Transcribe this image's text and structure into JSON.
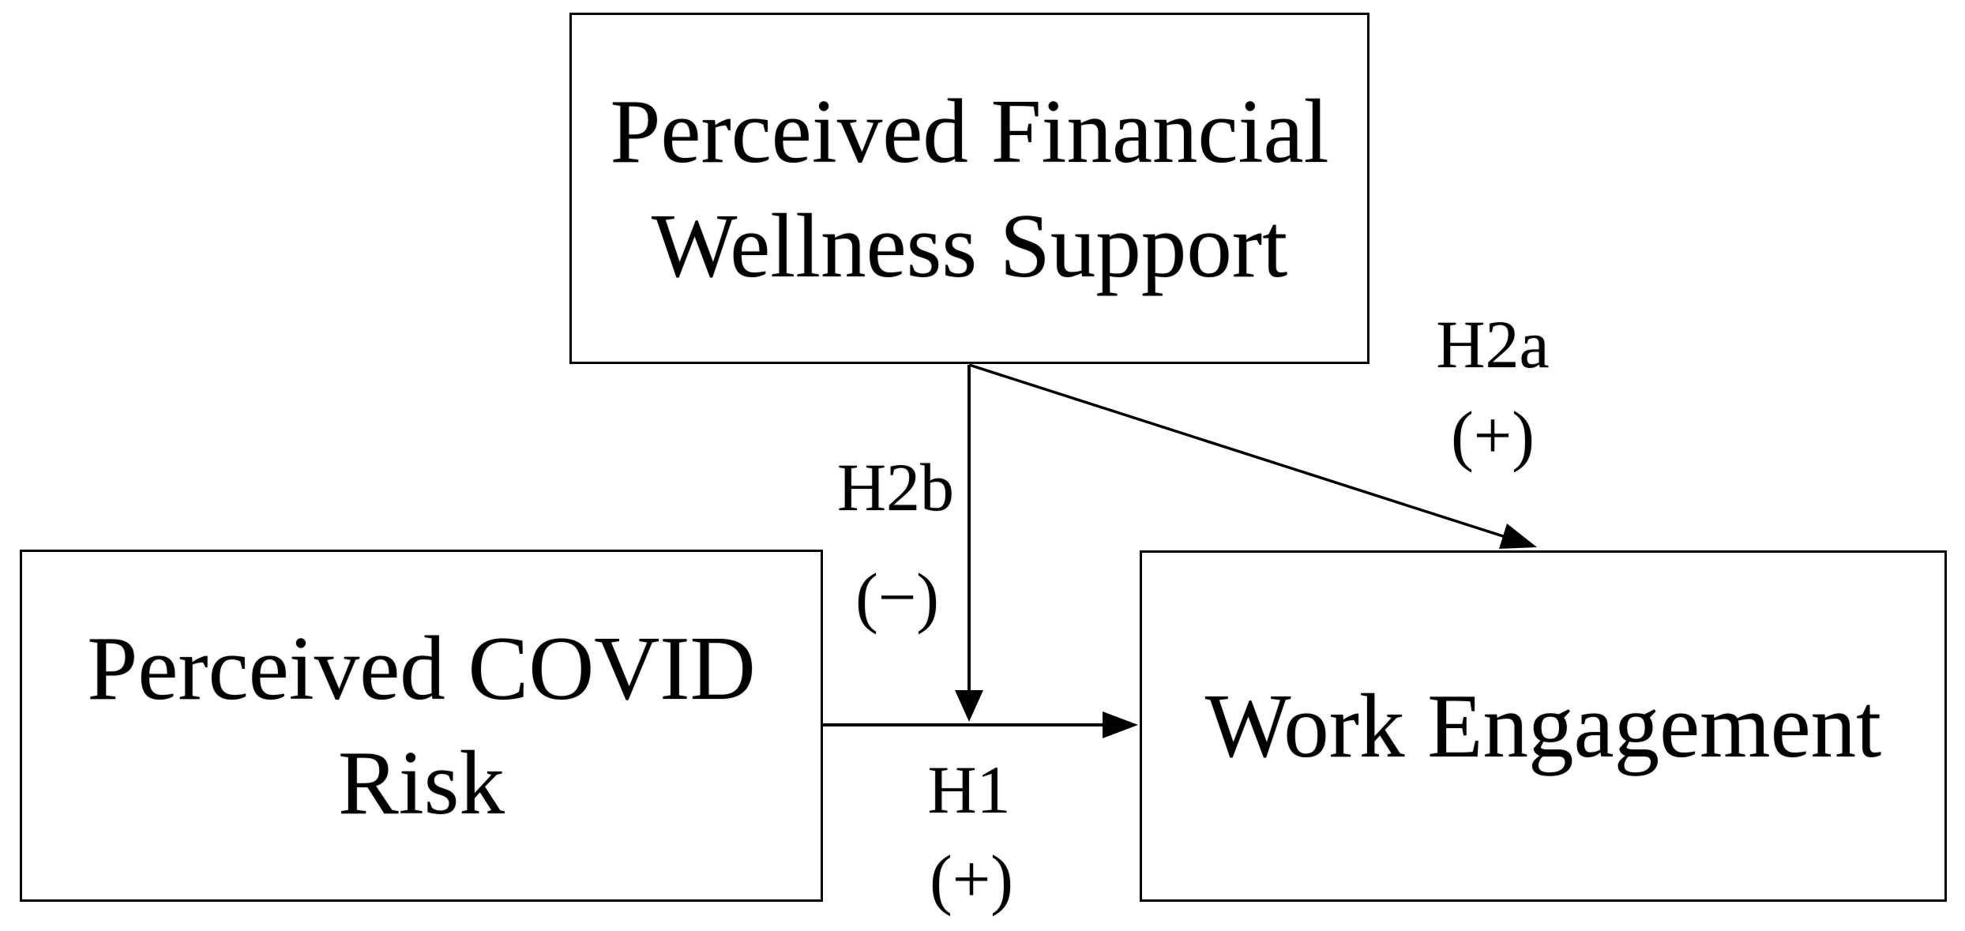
{
  "figure": {
    "type": "conceptual-model-diagram",
    "boxes": {
      "financial": {
        "lines": [
          "Perceived Financial",
          "Wellness Support"
        ]
      },
      "covid": {
        "lines": [
          "Perceived COVID",
          "Risk"
        ]
      },
      "work": {
        "lines": [
          "Work Engagement"
        ]
      }
    },
    "labels": {
      "h1": {
        "id": "H1",
        "sign": "(+)"
      },
      "h2a": {
        "id": "H2a",
        "sign": "(+)"
      },
      "h2b": {
        "id": "H2b",
        "sign": "(−)"
      }
    },
    "arrows": [
      {
        "name": "h1-arrow",
        "from": "covid-box",
        "to": "work-box",
        "label": "H1 (+)"
      },
      {
        "name": "h2a-arrow",
        "from": "financial-box",
        "to": "work-box",
        "label": "H2a (+)"
      },
      {
        "name": "h2b-arrow",
        "from": "financial-box",
        "to": "h1-arrow",
        "label": "H2b (−)"
      }
    ],
    "colors": {
      "line": "#000000",
      "text": "#000000",
      "background": "#ffffff"
    }
  }
}
